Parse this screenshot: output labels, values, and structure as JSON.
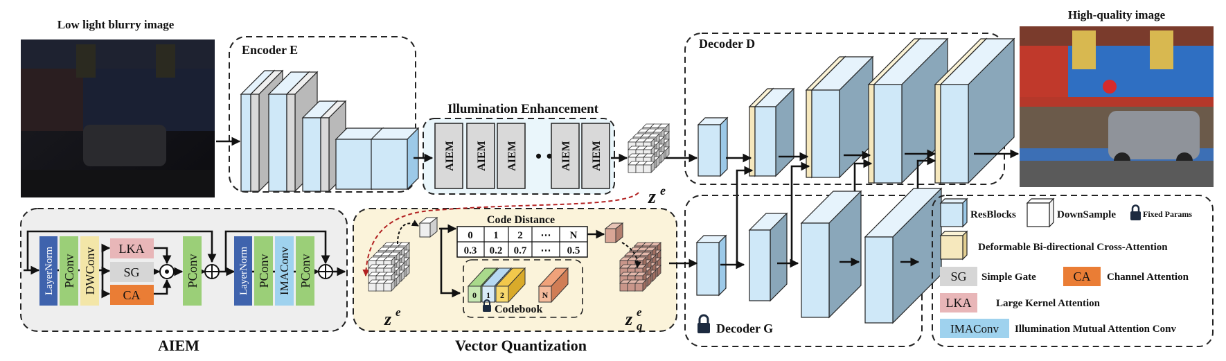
{
  "colors": {
    "resblock": "#cfe8f8",
    "resblock_side": "#9cc9e8",
    "resblock_top": "#e6f3fc",
    "decoder_side": "#8aa7ba",
    "dcam": "#f6e8bd",
    "down": "#d9d9d9",
    "layernorm": "#3f63ad",
    "pconv": "#9bcf78",
    "dwconv": "#f3e6a8",
    "lka": "#e8b6b8",
    "sg": "#d6d6d6",
    "ca": "#ea7d35",
    "imaconv": "#9fd2ee",
    "aiem_block": "#d9d9d9",
    "aiem_panel": "#eeeeee",
    "vq_panel": "#fbf3da",
    "illum_panel": "#eaf6fb",
    "ze_cube": "#eeeeee",
    "zq_cube": "#c9968a",
    "code_green": "#a9d98b",
    "code_blue": "#b7d9f2",
    "code_yellow": "#f2c84b",
    "code_orange": "#f0a27a"
  },
  "images": {
    "input_title": "Low light blurry image",
    "output_title": "High-quality image"
  },
  "encoder": {
    "title": "Encoder E"
  },
  "illumination": {
    "title": "Illumination Enhancement",
    "blocks": [
      "AIEM",
      "AIEM",
      "AIEM",
      "AIEM",
      "AIEM"
    ],
    "ellipsis": "• • •"
  },
  "decoder_d": {
    "title": "Decoder D"
  },
  "decoder_g": {
    "title": "Decoder G"
  },
  "latent": {
    "z_letter": "z",
    "e_sup": "e",
    "q_sub": "q"
  },
  "aiem": {
    "title": "AIEM",
    "left": [
      "LayerNorm",
      "PConv",
      "DWConv"
    ],
    "attn": [
      "LKA",
      "SG",
      "CA"
    ],
    "mid": "PConv",
    "right": [
      "LayerNorm",
      "PConv",
      "IMAConv",
      "PConv"
    ]
  },
  "vq": {
    "title": "Vector Quantization",
    "code_distance": "Code Distance",
    "header": [
      "0",
      "1",
      "2",
      "⋯",
      "N"
    ],
    "values": [
      "0.3",
      "0.2",
      "0.7",
      "⋯",
      "0.5"
    ],
    "codebook": "Codebook",
    "codebook_labels": [
      "0",
      "1",
      "2",
      "N"
    ]
  },
  "legend": {
    "resblocks": "ResBlocks",
    "downsample": "DownSample",
    "fixed": "Fixed Params",
    "dbca": "Deformable Bi-directional Cross-Attention",
    "sg_tag": "SG",
    "sg_text": "Simple Gate",
    "ca_tag": "CA",
    "ca_text": "Channel Attention",
    "lka_tag": "LKA",
    "lka_text": "Large Kernel Attention",
    "ima_tag": "IMAConv",
    "ima_text": "Illumination Mutual Attention Conv"
  }
}
